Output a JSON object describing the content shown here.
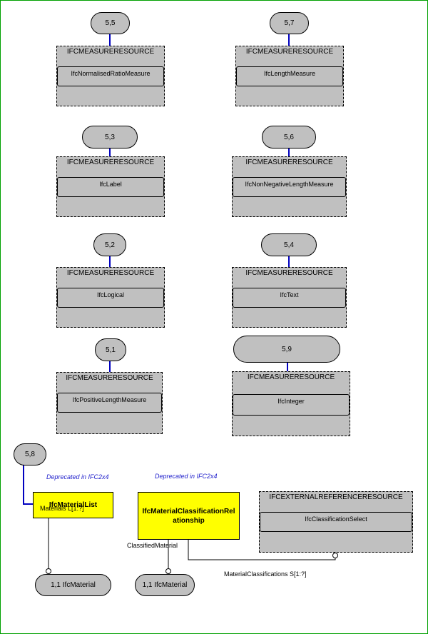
{
  "pages": {
    "p55": "5,5",
    "p57": "5,7",
    "p53": "5,3",
    "p56": "5,6",
    "p52": "5,2",
    "p54": "5,4",
    "p51": "5,1",
    "p59": "5,9",
    "p58": "5,8"
  },
  "schema_measure": "IFCMEASURERESOURCE",
  "schema_extref": "IFCEXTERNALREFERENCERESOURCE",
  "types": {
    "normalised_ratio": "IfcNormalisedRatioMeasure",
    "length": "IfcLengthMeasure",
    "label": "IfcLabel",
    "non_negative_length": "IfcNonNegativeLengthMeasure",
    "logical": "IfcLogical",
    "text": "IfcText",
    "positive_length": "IfcPositiveLengthMeasure",
    "integer": "IfcInteger",
    "classification_select": "IfcClassificationSelect"
  },
  "entities": {
    "material_list": "IfcMaterialList",
    "material_classification_relationship": "IfcMaterialClassificationRelationship"
  },
  "deprecated": {
    "left": "Deprecated in IFC2x4",
    "right": "Deprecated in IFC2x4"
  },
  "attributes": {
    "materials": "Materials L[1:?]",
    "classified_material": "ClassifiedMaterial",
    "material_classifications": "MaterialClassifications S[1:?]"
  },
  "refs": {
    "material_left": "1,1 IfcMaterial",
    "material_right": "1,1 IfcMaterial"
  },
  "colors": {
    "entity_fill": "#ffff00",
    "resource_fill": "#c0c0c0",
    "page_link": "#0000c0",
    "deprecated_text": "#2222cc",
    "frame": "#00a000"
  }
}
